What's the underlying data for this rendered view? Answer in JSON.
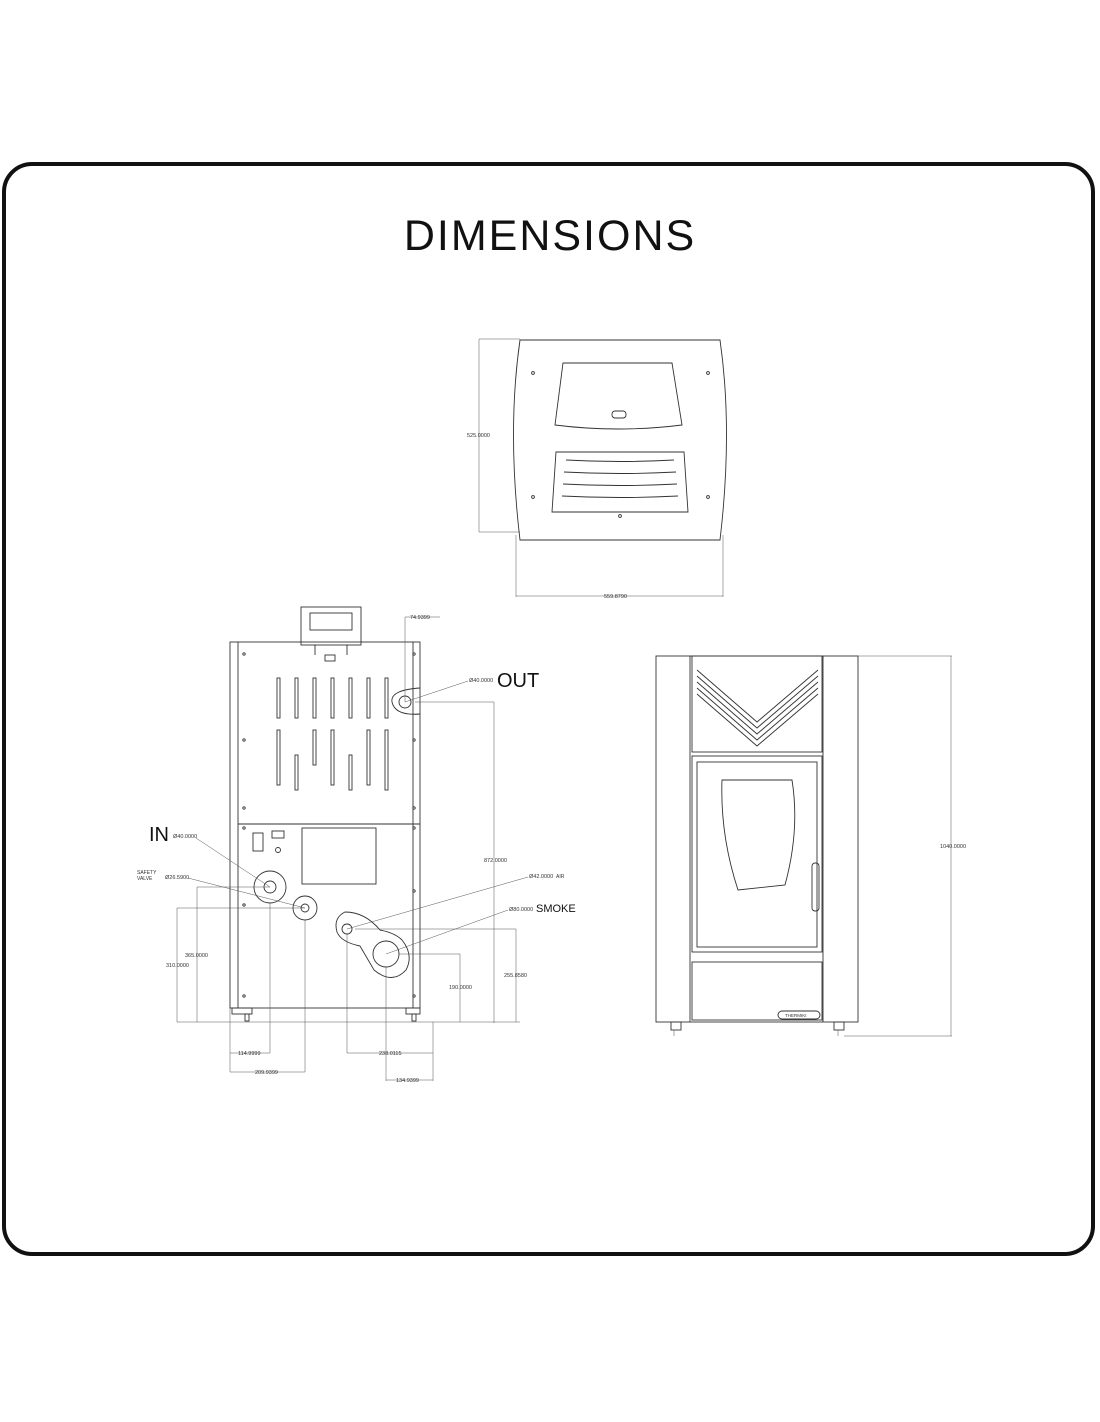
{
  "title": "DIMENSIONS",
  "top_view": {
    "height_label": "525.0000",
    "width_label": "559.8790"
  },
  "side_view": {
    "labels": {
      "in": "IN",
      "out": "OUT",
      "smoke": "SMOKE",
      "safety_valve_line1": "SAFETY",
      "safety_valve_line2": "VALVE",
      "air": "AIR"
    },
    "dims": {
      "top_offset": "74.9399",
      "out_diameter": "Ø40.0000",
      "in_diameter": "Ø40.0000",
      "safety_diameter": "Ø26.5900",
      "air_diameter": "Ø42.0000",
      "smoke_diameter": "Ø80.0000",
      "height_872": "872.0000",
      "height_365": "365.0000",
      "height_310": "310.0000",
      "height_190": "190.0000",
      "height_255": "255.8580",
      "width_114": "114.9999",
      "width_209": "209.9399",
      "width_238": "238.0115",
      "width_134": "134.9399"
    }
  },
  "front_view": {
    "height_label": "1040.0000",
    "brand": "THERMIKI"
  },
  "colors": {
    "line": "#333333",
    "frame": "#111111",
    "background": "#ffffff"
  }
}
